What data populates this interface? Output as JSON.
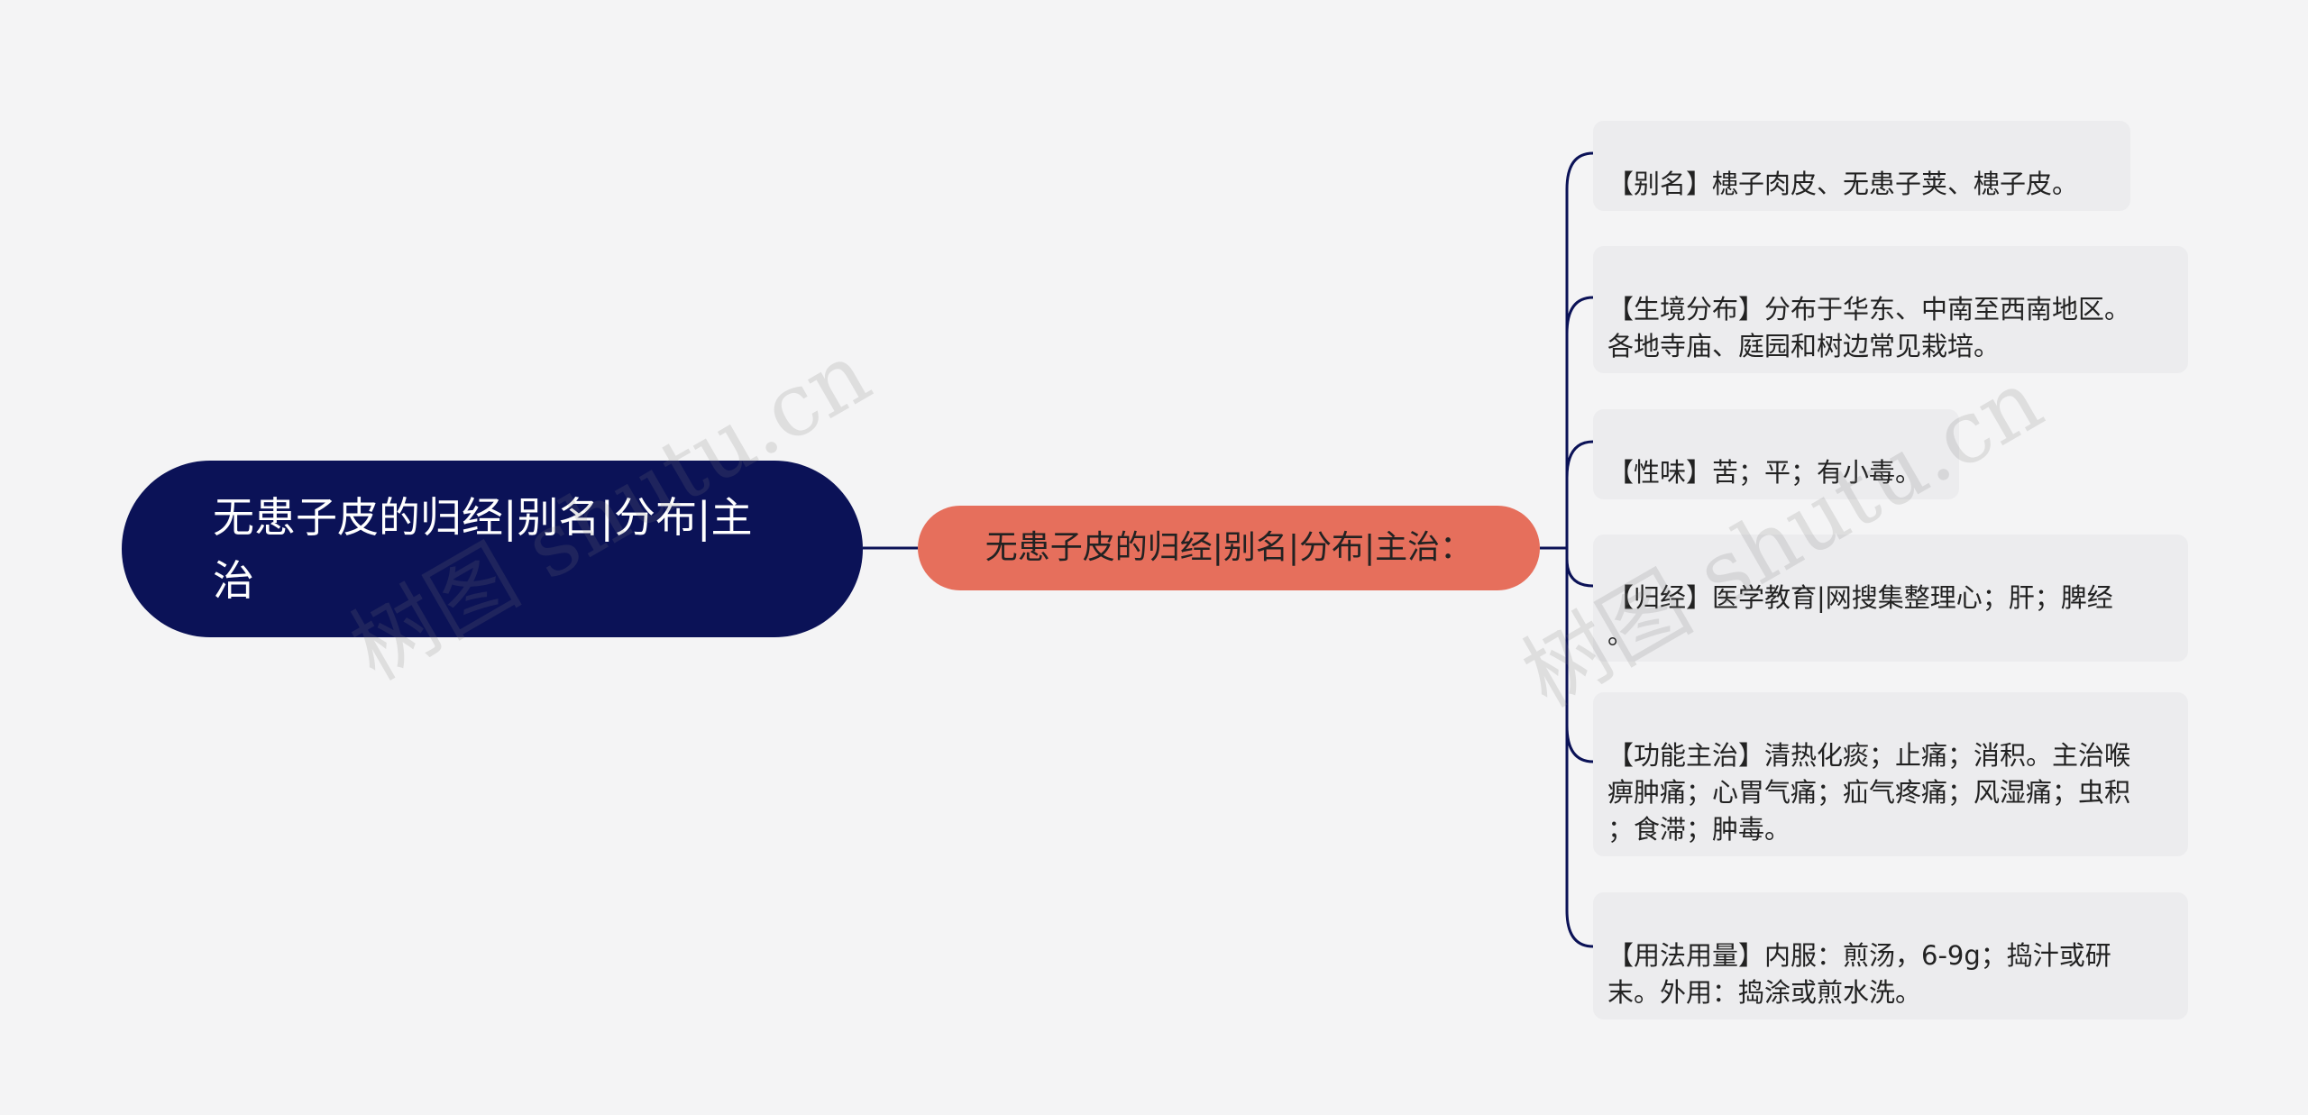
{
  "root": {
    "text": "无患子皮的归经|别名|分布|主治"
  },
  "middle": {
    "text": "无患子皮的归经|别名|分布|主治："
  },
  "leaves": [
    {
      "text": "【别名】槵子肉皮、无患子荚、槵子皮。"
    },
    {
      "text": "【生境分布】分布于华东、中南至西南地区。\n各地寺庙、庭园和树边常见栽培。"
    },
    {
      "text": "【性味】苦；平；有小毒。"
    },
    {
      "text": "【归经】医学教育|网搜集整理心；肝；脾经\n。"
    },
    {
      "text": "【功能主治】清热化痰；止痛；消积。主治喉\n痹肿痛；心胃气痛；疝气疼痛；风湿痛；虫积\n；食滞；肿毒。"
    },
    {
      "text": "【用法用量】内服：煎汤，6-9g；捣汁或研\n末。外用：捣涂或煎水洗。"
    }
  ],
  "watermarks": [
    {
      "text": "树图 shutu.cn"
    },
    {
      "text": "树图 shutu.cn"
    }
  ],
  "colors": {
    "background": "#f4f4f5",
    "root_fill": "#0b1257",
    "middle_fill": "#e66f5c",
    "leaf_fill": "#ececee",
    "connector": "#0b1257"
  }
}
